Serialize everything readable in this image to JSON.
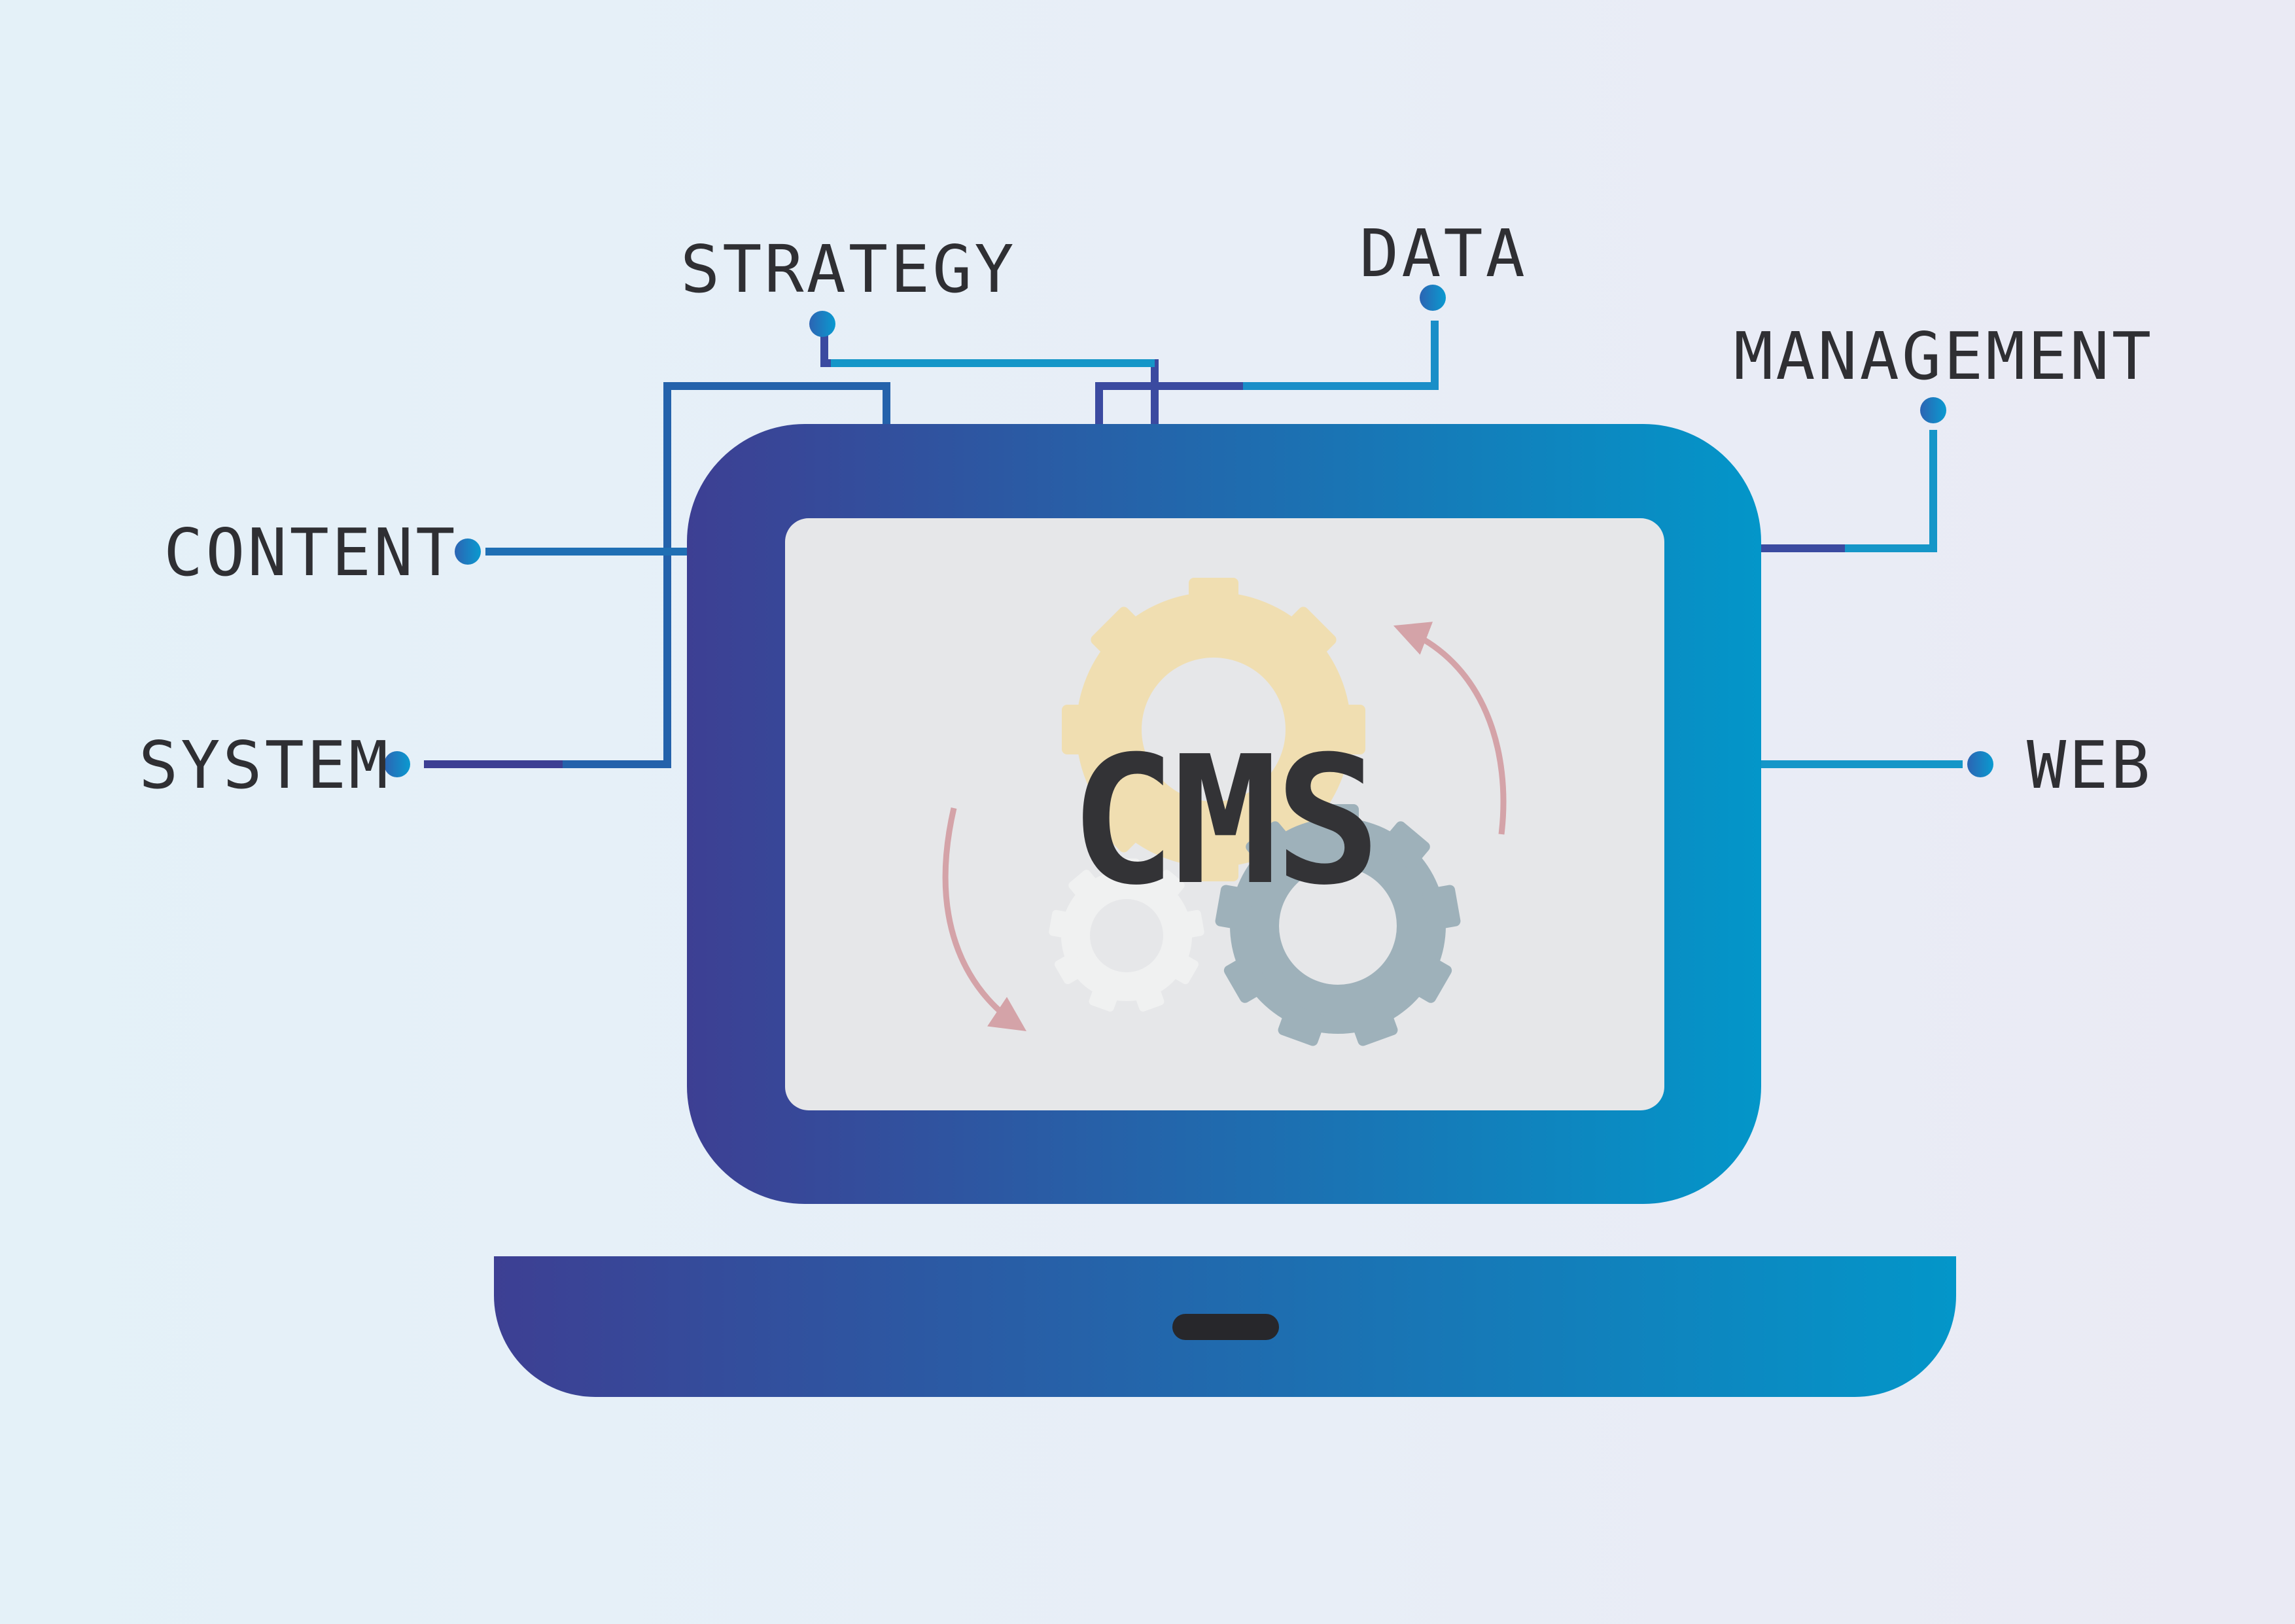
{
  "center": {
    "title": "CMS"
  },
  "labels": {
    "strategy": "STRATEGY",
    "data": "DATA",
    "management": "MANAGEMENT",
    "content": "CONTENT",
    "system": "SYSTEM",
    "web": "WEB"
  },
  "icons": {
    "laptop": "laptop-icon",
    "gears": "gears-icon",
    "arrows": "cycle-arrow-icon"
  },
  "colors": {
    "gradient_start": "#3d3f93",
    "gradient_end": "#0396c9",
    "screen": "#e6e7e9",
    "gear_yellow": "#f0deb1",
    "gear_white": "#f0f1f1",
    "gear_gray": "#9eb1ba",
    "arrow": "#d4a3a8",
    "text": "#2f2f33"
  }
}
